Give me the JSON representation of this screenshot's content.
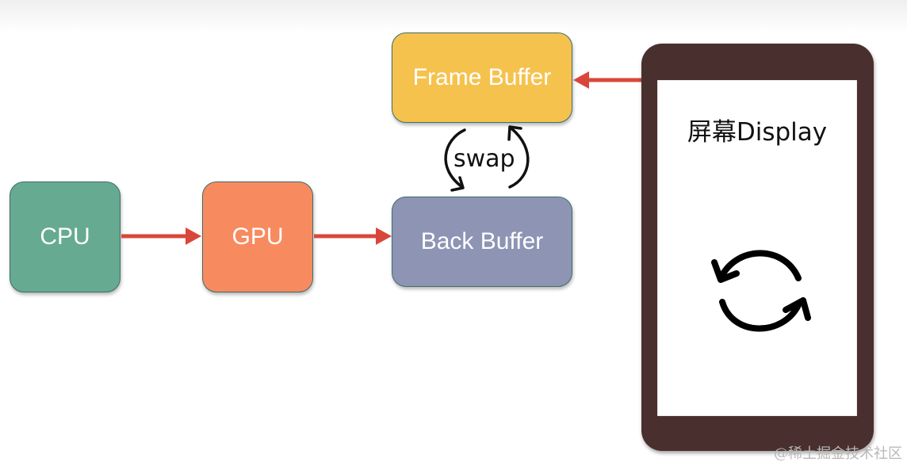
{
  "diagram": {
    "nodes": {
      "cpu": {
        "label": "CPU",
        "color": "#66aa92"
      },
      "gpu": {
        "label": "GPU",
        "color": "#f78b5f"
      },
      "back_buffer": {
        "label": "Back Buffer",
        "color": "#8d94b4"
      },
      "frame_buffer": {
        "label": "Frame Buffer",
        "color": "#f6c24e"
      },
      "display": {
        "label": "屏幕Display",
        "frame_color": "#4a2f2f"
      }
    },
    "edges": [
      {
        "from": "CPU",
        "to": "GPU"
      },
      {
        "from": "GPU",
        "to": "Back Buffer"
      },
      {
        "from": "Display",
        "to": "Frame Buffer"
      }
    ],
    "swap_label": "swap",
    "arrow_color": "#d9473a",
    "display_icon": "refresh-icon"
  },
  "watermark": "@稀土掘金技术社区"
}
